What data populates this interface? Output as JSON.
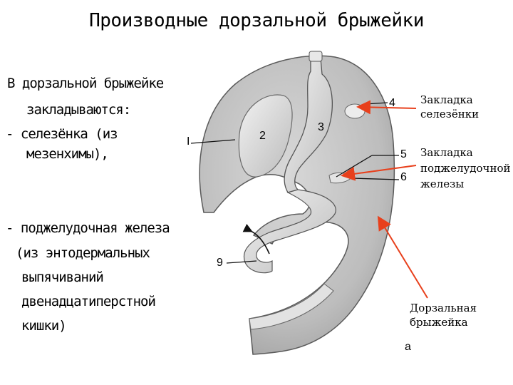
{
  "title": "Производные дорзальной брыжейки",
  "left_text": {
    "line1": "В дорзальной брыжейке",
    "line2": "закладываются:",
    "line3": "-  селезёнка (из",
    "line4": "мезенхимы),",
    "line5": "- поджелудочная железа",
    "line6": "(из энтодермальных",
    "line7": "выпячиваний",
    "line8": "двенадцатиперстной",
    "line9": "кишки)"
  },
  "figure_labels": {
    "n1": "I",
    "n2": "2",
    "n3": "3",
    "n4": "4",
    "n5": "5",
    "n6": "6",
    "n9": "9",
    "sub": "а"
  },
  "annotations": {
    "spleen": [
      "Закладка",
      "селезёнки"
    ],
    "pancreas": [
      "Закладка",
      "поджелудочной",
      "железы"
    ],
    "mesentery": [
      "Дорзальная",
      "брыжейка"
    ]
  },
  "colors": {
    "arrow": "#e8401c",
    "tissue": "#c9c9c9",
    "tissue_dark": "#8e8e8e",
    "organ": "#e0e0e0"
  }
}
